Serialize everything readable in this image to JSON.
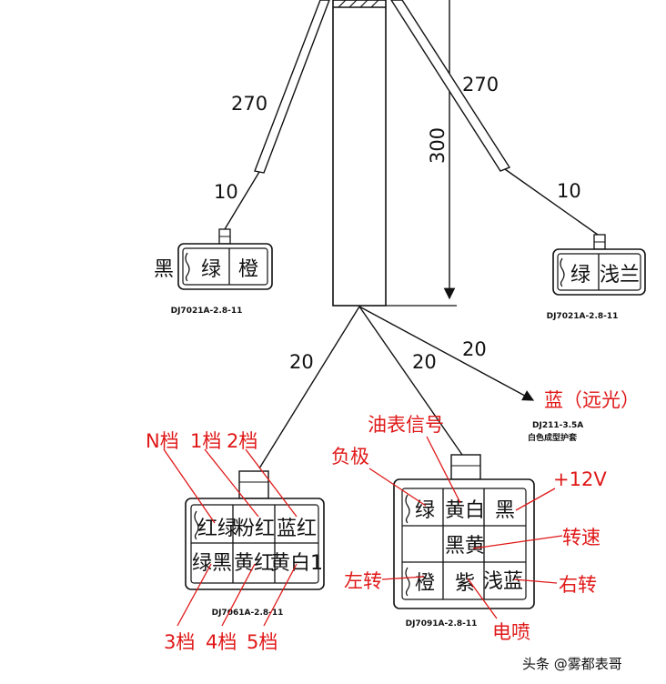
{
  "harness": {
    "upper_left_wire_length": "270",
    "upper_left_branch_length": "10",
    "upper_right_wire_length": "270",
    "upper_right_branch_length": "10",
    "trunk_length": "300",
    "lower_left_length": "20",
    "lower_mid_length": "20",
    "lower_right_length": "20"
  },
  "conn_upper_left": {
    "side_label": "黑",
    "cells": [
      "绿",
      "橙"
    ],
    "part_no": "DJ7021A-2.8-11"
  },
  "conn_upper_right": {
    "cells": [
      "绿",
      "浅兰"
    ],
    "part_no": "DJ7021A-2.8-11"
  },
  "high_beam": {
    "label": "蓝（远光）",
    "part_no": "DJ211-3.5A",
    "note": "白色成型护套"
  },
  "conn_gear": {
    "cells_top": [
      "红绿",
      "粉红",
      "蓝红"
    ],
    "cells_bottom": [
      "绿黑",
      "黄红",
      "黄白1"
    ],
    "part_no": "DJ7061A-2.8-11",
    "annotations_top": [
      "N档",
      "1档",
      "2档"
    ],
    "annotations_bottom": [
      "3档",
      "4档",
      "5档"
    ]
  },
  "conn_dash": {
    "cells": [
      "绿",
      "黄白",
      "黑",
      "",
      "黑黄",
      "",
      "橙",
      "紫",
      "浅蓝"
    ],
    "part_no": "DJ7091A-2.8-11",
    "annotations": {
      "negative": "负极",
      "fuel_signal": "油表信号",
      "plus12v": "+12V",
      "speed": "转速",
      "left_turn": "左转",
      "right_turn": "右转",
      "efi": "电喷"
    }
  },
  "watermark": "头条 @雾都表哥",
  "colors": {
    "line": "#111111",
    "annotation": "#e01818"
  }
}
